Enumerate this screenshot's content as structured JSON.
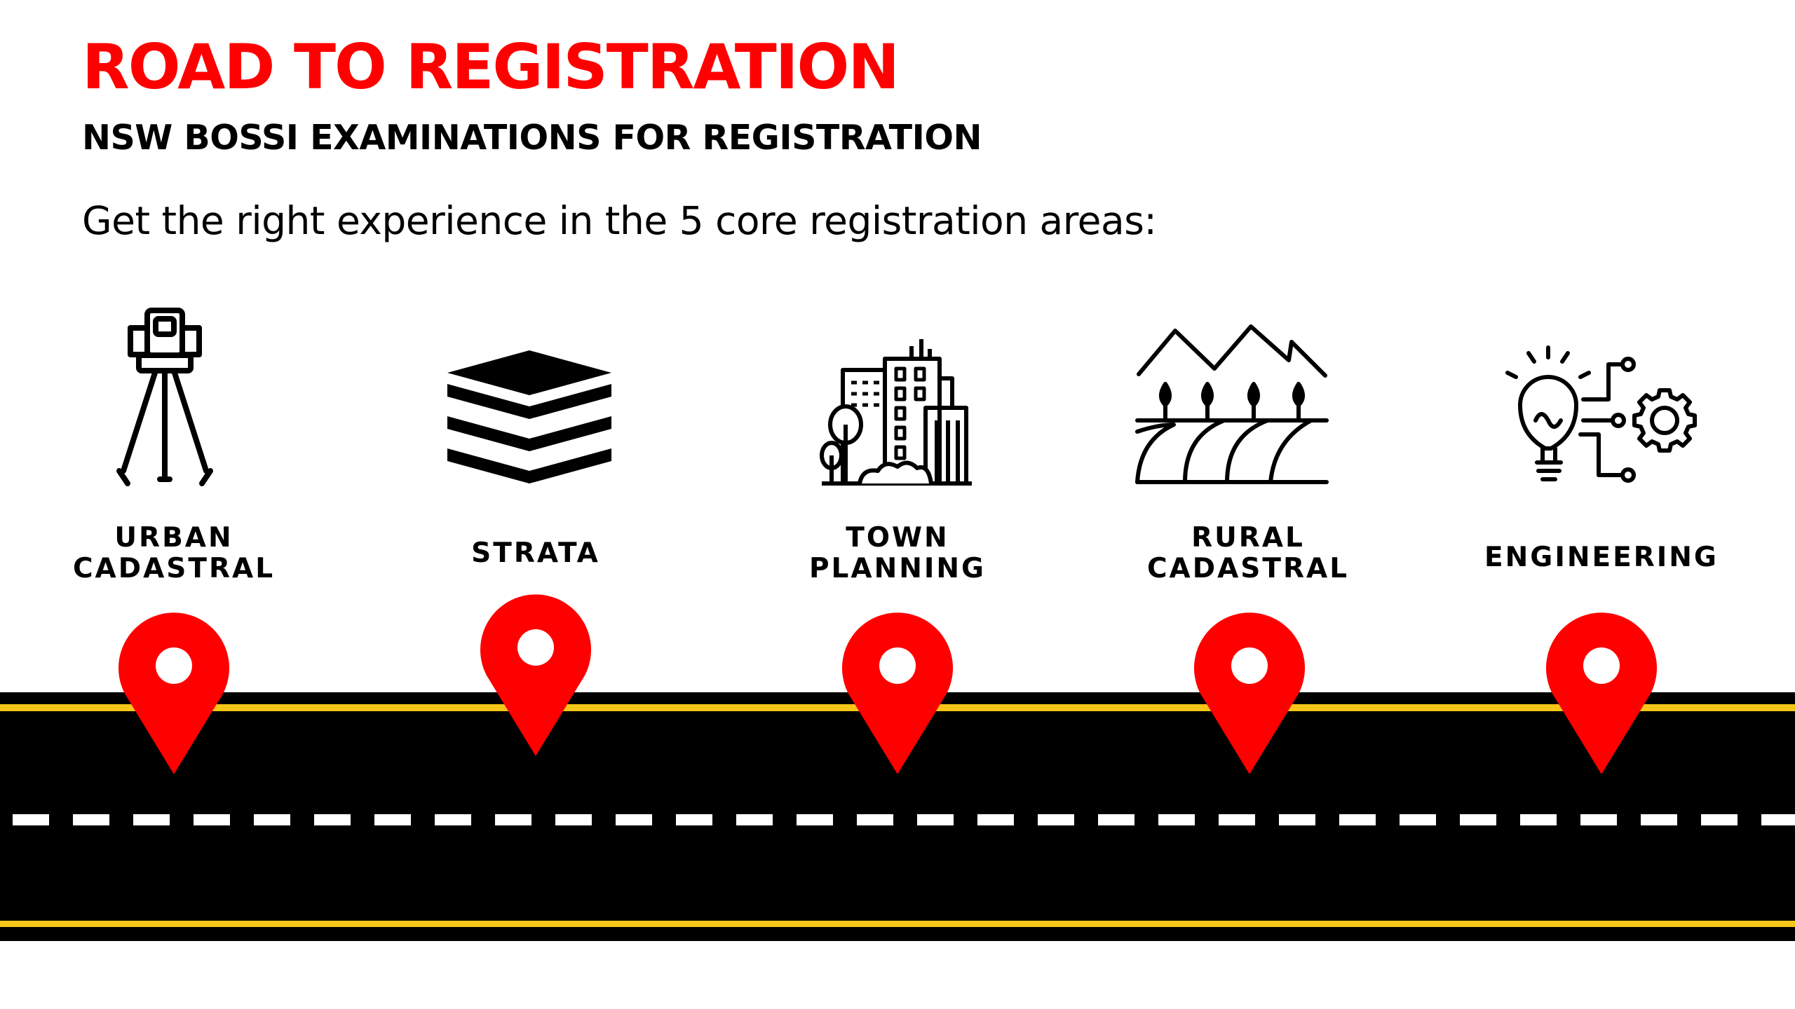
{
  "header": {
    "title": "ROAD TO REGISTRATION",
    "subtitle": "NSW BOSSI EXAMINATIONS FOR REGISTRATION",
    "intro": "Get the right experience in the 5 core registration areas:"
  },
  "areas": [
    {
      "label": "URBAN\nCADASTRAL",
      "icon": "surveying-tripod-icon"
    },
    {
      "label": "STRATA",
      "icon": "stacked-layers-icon"
    },
    {
      "label": "TOWN\nPLANNING",
      "icon": "city-buildings-icon"
    },
    {
      "label": "RURAL\nCADASTRAL",
      "icon": "rural-fields-icon"
    },
    {
      "label": "ENGINEERING",
      "icon": "lightbulb-gear-icon"
    }
  ],
  "colors": {
    "accent": "#ff0000",
    "text": "#000000",
    "road": "#000000",
    "road_edge": "#f5c518",
    "lane_marking": "#ffffff",
    "pin": "#ff0000"
  }
}
